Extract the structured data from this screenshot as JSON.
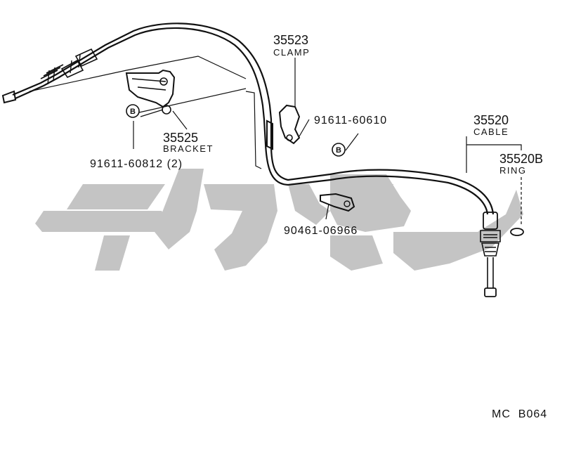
{
  "parts": {
    "clamp": {
      "number": "35523",
      "name": "CLAMP"
    },
    "bolt_clamp": {
      "number": "91611-60610"
    },
    "bracket": {
      "number": "35525",
      "name": "BRACKET"
    },
    "bolt_bracket": {
      "number": "91611-60812 (2)"
    },
    "cable": {
      "number": "35520",
      "name": "CABLE"
    },
    "ring": {
      "number": "35520B",
      "name": "RING"
    },
    "clip": {
      "number": "90461-06966"
    }
  },
  "markers": {
    "b1": "B",
    "b2": "B"
  },
  "figure_code": "MC  B064",
  "colors": {
    "line": "#111111",
    "watermark": "#c4c4c4"
  }
}
